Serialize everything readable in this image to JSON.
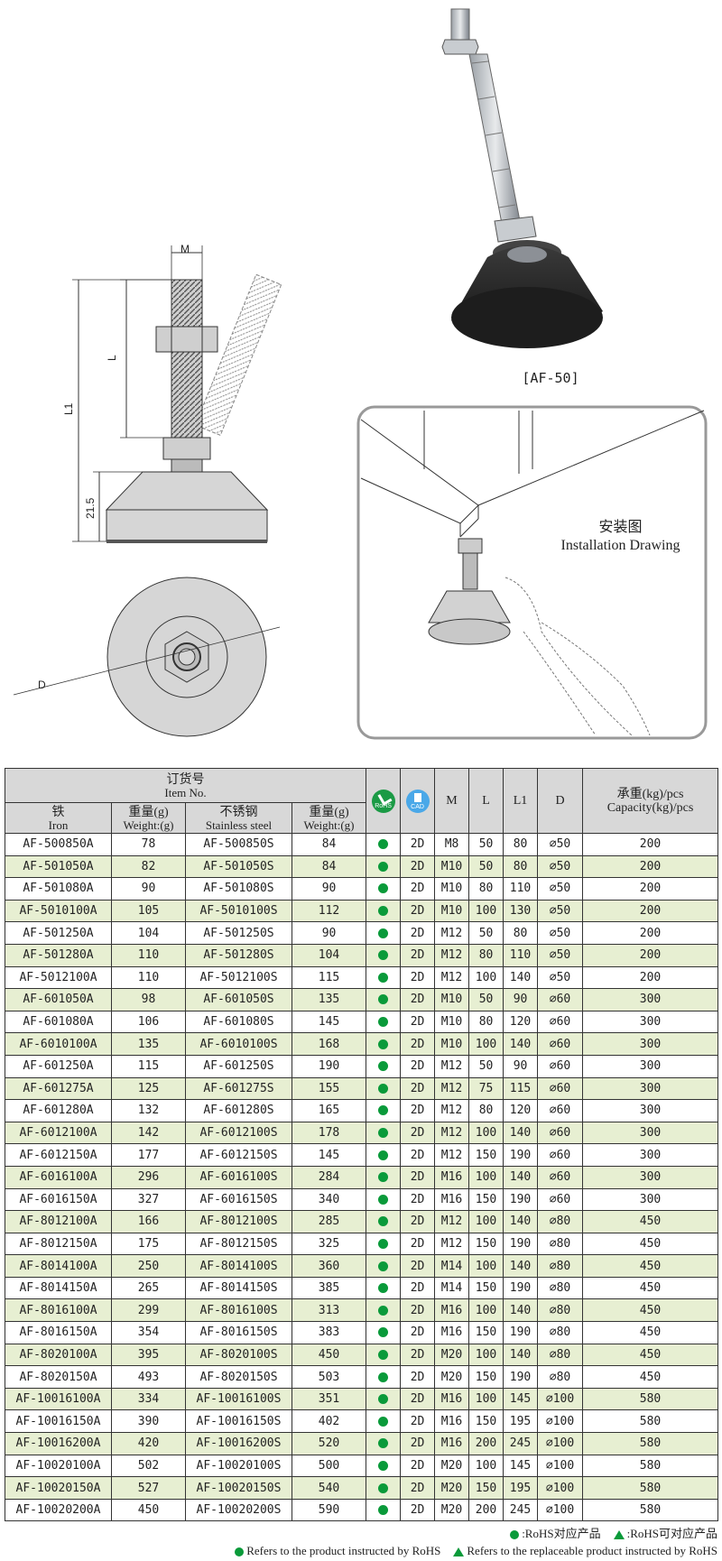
{
  "drawing": {
    "dim_m": "M",
    "dim_l": "L",
    "dim_l1": "L1",
    "dim_h": "21.5",
    "dim_d": "D"
  },
  "product_caption": "[AF-50]",
  "installation": {
    "title_zh": "安装图",
    "title_en": "Installation Drawing"
  },
  "table": {
    "header": {
      "item_no_zh": "订货号",
      "item_no_en": "Item No.",
      "iron_zh": "铁",
      "iron_en": "Iron",
      "weight1_zh": "重量(g)",
      "weight1_en": "Weight:(g)",
      "stainless_zh": "不锈钢",
      "stainless_en": "Stainless steel",
      "weight2_zh": "重量(g)",
      "weight2_en": "Weight:(g)",
      "rohs": "RoHS",
      "cad": "CAD",
      "m": "M",
      "l": "L",
      "l1": "L1",
      "d": "D",
      "capacity_zh": "承重(kg)/pcs",
      "capacity_en": "Capacity(kg)/pcs"
    },
    "rows": [
      [
        "AF-500850A",
        "78",
        "AF-500850S",
        "84",
        "2D",
        "M8",
        "50",
        "80",
        "∅50",
        "200"
      ],
      [
        "AF-501050A",
        "82",
        "AF-501050S",
        "84",
        "2D",
        "M10",
        "50",
        "80",
        "∅50",
        "200"
      ],
      [
        "AF-501080A",
        "90",
        "AF-501080S",
        "90",
        "2D",
        "M10",
        "80",
        "110",
        "∅50",
        "200"
      ],
      [
        "AF-5010100A",
        "105",
        "AF-5010100S",
        "112",
        "2D",
        "M10",
        "100",
        "130",
        "∅50",
        "200"
      ],
      [
        "AF-501250A",
        "104",
        "AF-501250S",
        "90",
        "2D",
        "M12",
        "50",
        "80",
        "∅50",
        "200"
      ],
      [
        "AF-501280A",
        "110",
        "AF-501280S",
        "104",
        "2D",
        "M12",
        "80",
        "110",
        "∅50",
        "200"
      ],
      [
        "AF-5012100A",
        "110",
        "AF-5012100S",
        "115",
        "2D",
        "M12",
        "100",
        "140",
        "∅50",
        "200"
      ],
      [
        "AF-601050A",
        "98",
        "AF-601050S",
        "135",
        "2D",
        "M10",
        "50",
        "90",
        "∅60",
        "300"
      ],
      [
        "AF-601080A",
        "106",
        "AF-601080S",
        "145",
        "2D",
        "M10",
        "80",
        "120",
        "∅60",
        "300"
      ],
      [
        "AF-6010100A",
        "135",
        "AF-6010100S",
        "168",
        "2D",
        "M10",
        "100",
        "140",
        "∅60",
        "300"
      ],
      [
        "AF-601250A",
        "115",
        "AF-601250S",
        "190",
        "2D",
        "M12",
        "50",
        "90",
        "∅60",
        "300"
      ],
      [
        "AF-601275A",
        "125",
        "AF-601275S",
        "155",
        "2D",
        "M12",
        "75",
        "115",
        "∅60",
        "300"
      ],
      [
        "AF-601280A",
        "132",
        "AF-601280S",
        "165",
        "2D",
        "M12",
        "80",
        "120",
        "∅60",
        "300"
      ],
      [
        "AF-6012100A",
        "142",
        "AF-6012100S",
        "178",
        "2D",
        "M12",
        "100",
        "140",
        "∅60",
        "300"
      ],
      [
        "AF-6012150A",
        "177",
        "AF-6012150S",
        "145",
        "2D",
        "M12",
        "150",
        "190",
        "∅60",
        "300"
      ],
      [
        "AF-6016100A",
        "296",
        "AF-6016100S",
        "284",
        "2D",
        "M16",
        "100",
        "140",
        "∅60",
        "300"
      ],
      [
        "AF-6016150A",
        "327",
        "AF-6016150S",
        "340",
        "2D",
        "M16",
        "150",
        "190",
        "∅60",
        "300"
      ],
      [
        "AF-8012100A",
        "166",
        "AF-8012100S",
        "285",
        "2D",
        "M12",
        "100",
        "140",
        "∅80",
        "450"
      ],
      [
        "AF-8012150A",
        "175",
        "AF-8012150S",
        "325",
        "2D",
        "M12",
        "150",
        "190",
        "∅80",
        "450"
      ],
      [
        "AF-8014100A",
        "250",
        "AF-8014100S",
        "360",
        "2D",
        "M14",
        "100",
        "140",
        "∅80",
        "450"
      ],
      [
        "AF-8014150A",
        "265",
        "AF-8014150S",
        "385",
        "2D",
        "M14",
        "150",
        "190",
        "∅80",
        "450"
      ],
      [
        "AF-8016100A",
        "299",
        "AF-8016100S",
        "313",
        "2D",
        "M16",
        "100",
        "140",
        "∅80",
        "450"
      ],
      [
        "AF-8016150A",
        "354",
        "AF-8016150S",
        "383",
        "2D",
        "M16",
        "150",
        "190",
        "∅80",
        "450"
      ],
      [
        "AF-8020100A",
        "395",
        "AF-8020100S",
        "450",
        "2D",
        "M20",
        "100",
        "140",
        "∅80",
        "450"
      ],
      [
        "AF-8020150A",
        "493",
        "AF-8020150S",
        "503",
        "2D",
        "M20",
        "150",
        "190",
        "∅80",
        "450"
      ],
      [
        "AF-10016100A",
        "334",
        "AF-10016100S",
        "351",
        "2D",
        "M16",
        "100",
        "145",
        "∅100",
        "580"
      ],
      [
        "AF-10016150A",
        "390",
        "AF-10016150S",
        "402",
        "2D",
        "M16",
        "150",
        "195",
        "∅100",
        "580"
      ],
      [
        "AF-10016200A",
        "420",
        "AF-10016200S",
        "520",
        "2D",
        "M16",
        "200",
        "245",
        "∅100",
        "580"
      ],
      [
        "AF-10020100A",
        "502",
        "AF-10020100S",
        "500",
        "2D",
        "M20",
        "100",
        "145",
        "∅100",
        "580"
      ],
      [
        "AF-10020150A",
        "527",
        "AF-10020150S",
        "540",
        "2D",
        "M20",
        "150",
        "195",
        "∅100",
        "580"
      ],
      [
        "AF-10020200A",
        "450",
        "AF-10020200S",
        "590",
        "2D",
        "M20",
        "200",
        "245",
        "∅100",
        "580"
      ]
    ]
  },
  "legend": {
    "line1_a": ":RoHS对应产品",
    "line1_b": ":RoHS可对应产品",
    "line2_a": "Refers to the product instructed by RoHS",
    "line2_b": "Refers to the replaceable product instructed by RoHS"
  },
  "colors": {
    "rohs_green": "#0a9a3a",
    "row_alt": "#e7efd2",
    "header_gray": "#d8d8d8"
  }
}
